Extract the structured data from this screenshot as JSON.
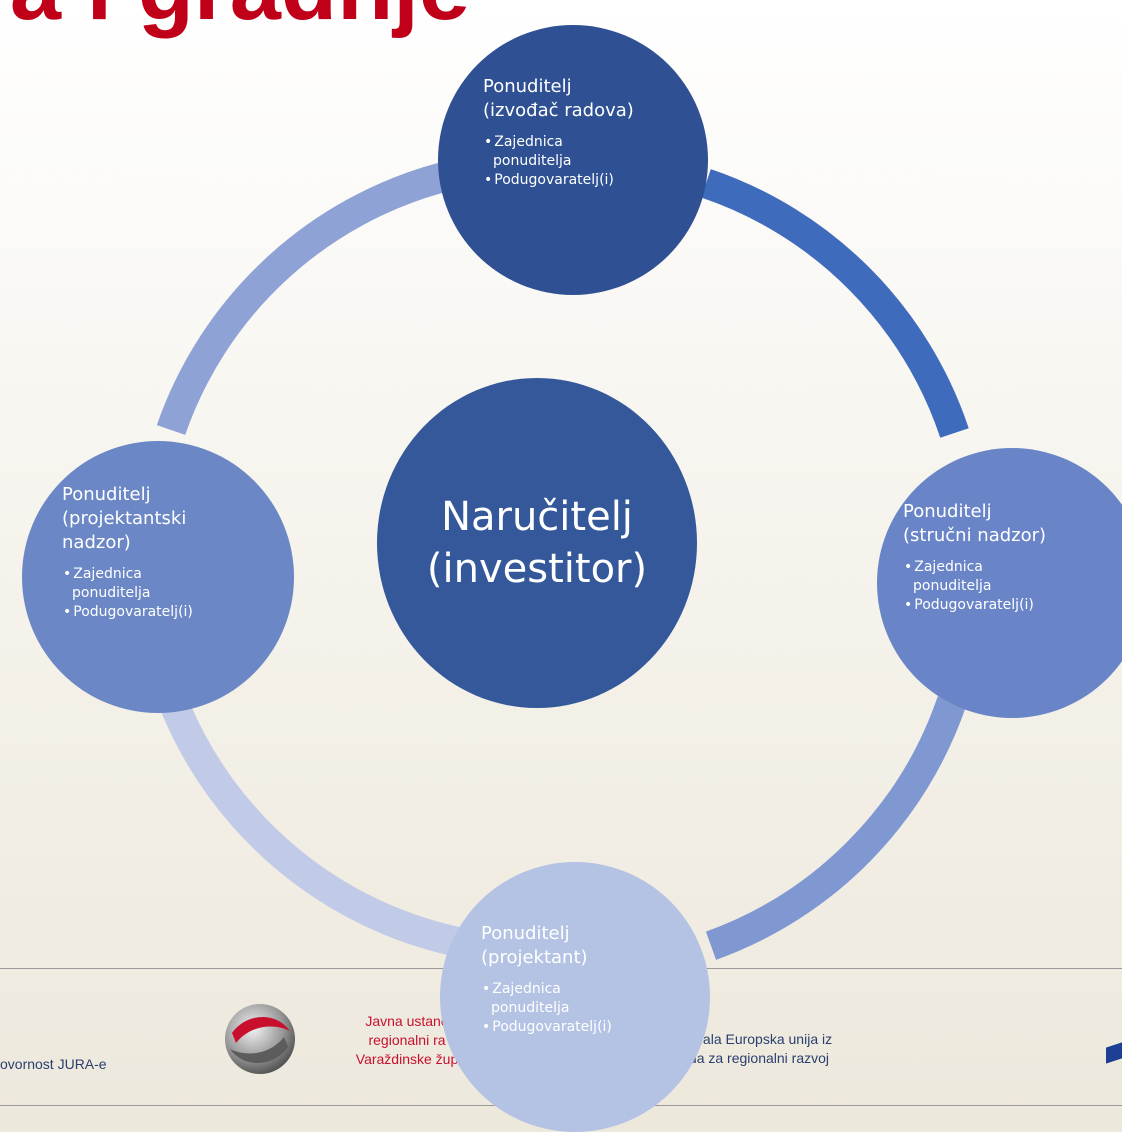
{
  "title": "a i gradnje",
  "center": {
    "title_line1": "Naručitelj",
    "title_line2": "(investitor)"
  },
  "nodes": {
    "top": {
      "title_line1": "Ponuditelj",
      "title_line2": "(izvođač radova)",
      "items": [
        "Zajednica ponuditelja",
        "Podugovaratelj(i)"
      ]
    },
    "right": {
      "title_line1": "Ponuditelj",
      "title_line2": "(stručni nadzor)",
      "items": [
        "Zajednica ponuditelja",
        "Podugovaratelj(i)"
      ]
    },
    "left": {
      "title_line1": "Ponuditelj",
      "title_line2": "(projektantski",
      "title_line3": "nadzor)",
      "items": [
        "Zajednica ponuditelja",
        "Podugovaratelj(i)"
      ]
    },
    "bottom": {
      "title_line1": "Ponuditelj",
      "title_line2": "(projektant)",
      "items": [
        "Zajednica ponuditelja",
        "Podugovaratelj(i)"
      ]
    }
  },
  "footer": {
    "left_text": "ovornost JURA-e",
    "jura_line1": "Javna ustano",
    "jura_line2": "regionalni ra",
    "jura_line3": "Varaždinske žup",
    "eu_line1": "ufinancirala Europska unija iz",
    "eu_line2": "og fonda za regionalni razvoj"
  },
  "colors": {
    "title": "#c00019",
    "center": "#34589a",
    "node_top": "#2f5193",
    "node_right": "#6985c8",
    "node_left": "#6b87c6",
    "node_bottom": "#b4c2e3"
  }
}
